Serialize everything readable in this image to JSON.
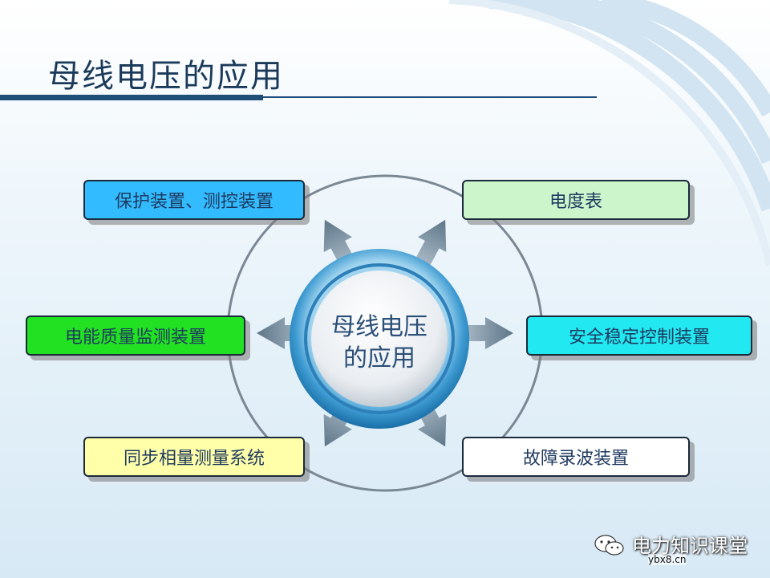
{
  "title": "母线电压的应用",
  "center": {
    "line1": "母线电压",
    "line2": "的应用"
  },
  "nodes": [
    {
      "label": "保护装置、测控装置",
      "color": "#33bbff"
    },
    {
      "label": "电度表",
      "color": "#ccf5cc"
    },
    {
      "label": "电能质量监测装置",
      "color": "#22e022"
    },
    {
      "label": "安全稳定控制装置",
      "color": "#22e8f2"
    },
    {
      "label": "同步相量测量系统",
      "color": "#ffffaa"
    },
    {
      "label": "故障录波装置",
      "color": "#ffffff"
    }
  ],
  "watermark": {
    "text": "电力知识课堂",
    "url": "ybx8.cn"
  }
}
